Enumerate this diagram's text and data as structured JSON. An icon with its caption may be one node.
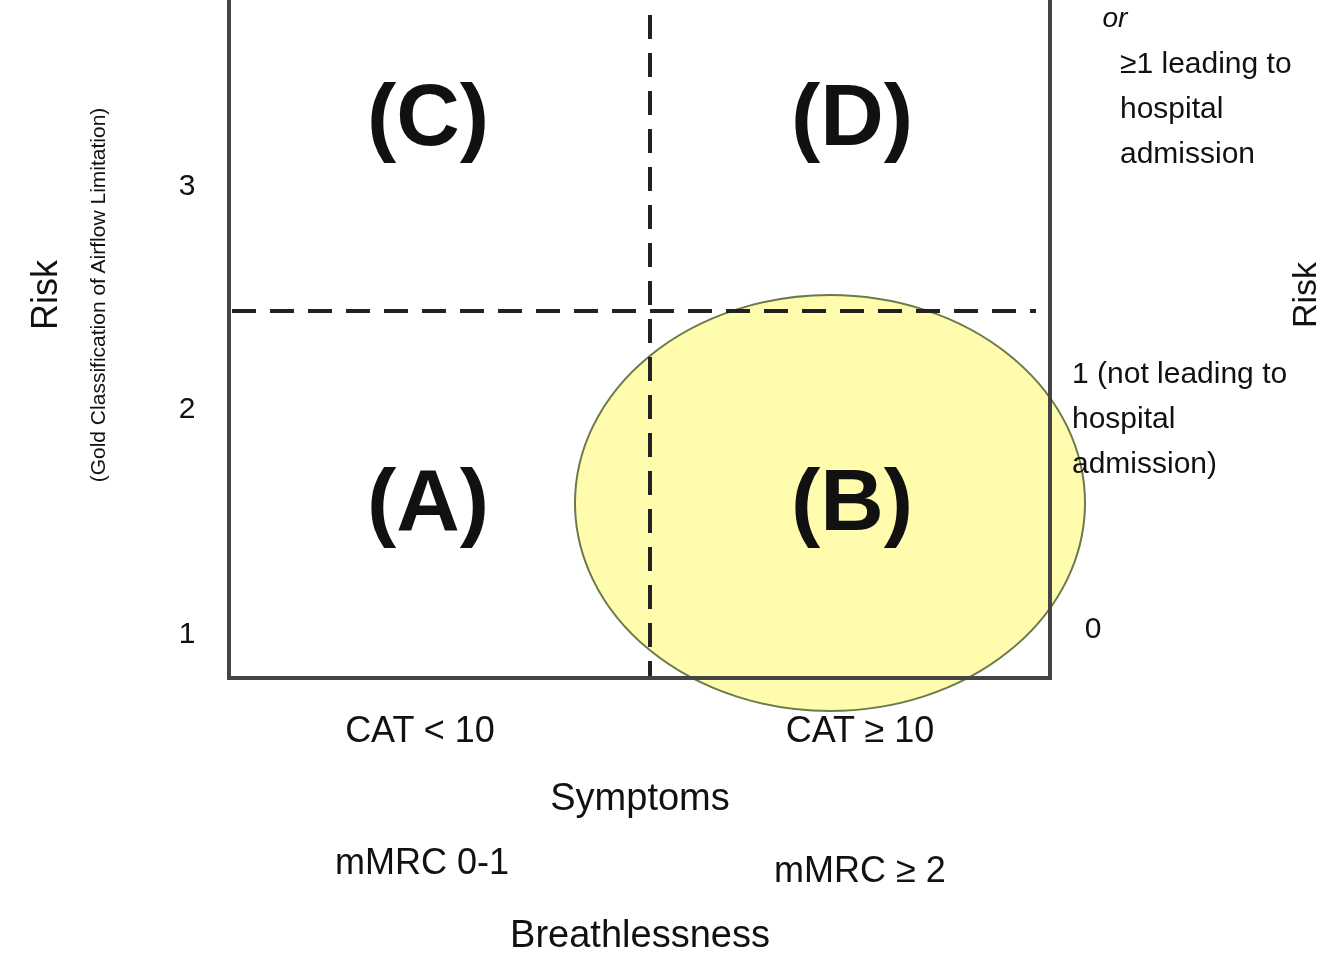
{
  "diagram": {
    "labels": [
      "or",
      "≥1 leading to hospital admission",
      "(C)",
      "(D)",
      "3",
      "Risk",
      "Risk",
      "(Gold Classification of Airflow Limitation)",
      "2",
      "1 (not leading to hospital admission)",
      "(A)",
      "(B)",
      "1",
      "0",
      "CAT < 10",
      "CAT ≥ 10",
      "Symptoms",
      "mMRC 0-1",
      "mMRC ≥ 2",
      "Breathlessness"
    ]
  }
}
